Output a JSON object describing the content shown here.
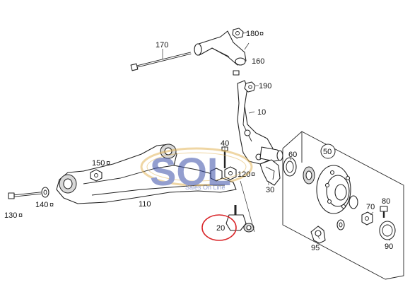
{
  "diagram": {
    "labels": {
      "p170": "170",
      "p180": "180",
      "p160": "160",
      "p190": "190",
      "p10": "10",
      "p40": "40",
      "p150": "150",
      "p120": "120",
      "p60": "60",
      "p50": "50",
      "p30": "30",
      "p110": "110",
      "p130": "130",
      "p140": "140",
      "p20": "20",
      "p95": "95",
      "p70": "70",
      "p80": "80",
      "p90": "90"
    },
    "marker_glyph": "¤",
    "highlighted_part": "20",
    "highlight_color": "#d9262a"
  },
  "watermark": {
    "logo_text": "SOL",
    "tagline": "Sales On Line",
    "colors": {
      "blue": "#3b4fa8",
      "gold": "#e2b65a"
    }
  }
}
